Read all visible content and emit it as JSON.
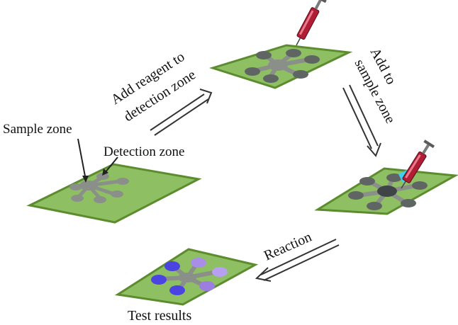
{
  "labels": {
    "add_reagent_line1": "Add reagent to",
    "add_reagent_line2": "detection zone",
    "add_to_line1": "Add to",
    "add_to_line2": "sample zone",
    "sample_zone": "Sample zone",
    "detection_zone": "Detection zone",
    "reaction": "Reaction",
    "test_results": "Test results"
  },
  "colors": {
    "chip_fill": "#8fbf63",
    "chip_edge": "#5d8c2f",
    "channel_gray": "#8a8f8a",
    "zone_gray": "#6d726e",
    "zone_dark": "#3f4446",
    "result_blue": "#4b44e0",
    "result_purple": "#a98ee8",
    "syringe_body": "#b01e35",
    "droplet": "#3cd0f2",
    "arrow": "#333333"
  },
  "icons": [
    "syringe-icon",
    "droplet-icon",
    "double-arrow-icon"
  ]
}
